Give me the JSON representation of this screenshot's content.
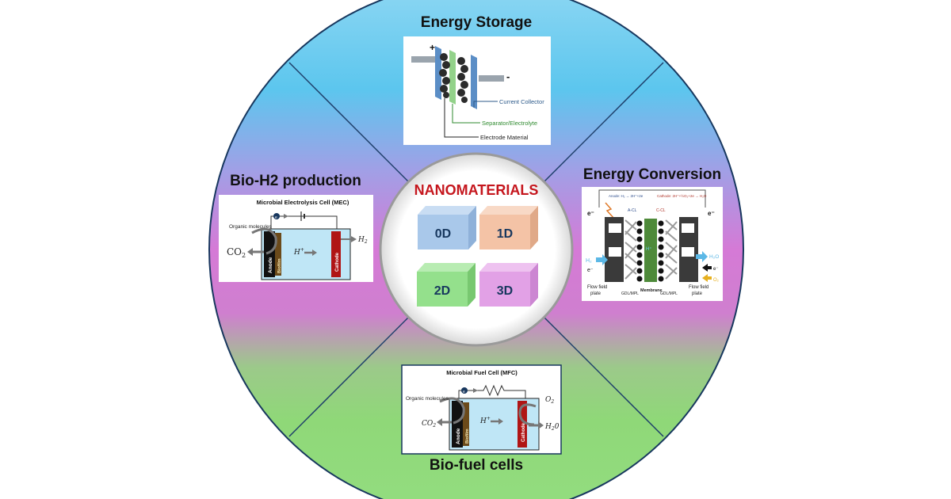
{
  "center": {
    "title": "NANOMATERIALS",
    "cubes": [
      {
        "label": "0D",
        "front": "#a9c8ea",
        "top": "#c9ddf3",
        "side": "#8fb1d9"
      },
      {
        "label": "1D",
        "front": "#f4c3a6",
        "top": "#f8d9c6",
        "side": "#e0a988"
      },
      {
        "label": "2D",
        "front": "#94e08c",
        "top": "#b8ecb2",
        "side": "#78c870"
      },
      {
        "label": "3D",
        "front": "#e2a1e6",
        "top": "#eec2f0",
        "side": "#cc86d2"
      }
    ]
  },
  "sections": {
    "top": "Energy Storage",
    "right": "Energy Conversion",
    "bottom": "Bio-fuel cells",
    "left": "Bio-H2 production"
  },
  "storage": {
    "plus": "+",
    "minus": "-",
    "labels": [
      "Current Collector",
      "Separator/Electrolyte",
      "Electrode Material"
    ]
  },
  "mec": {
    "title": "Microbial Electrolysis Cell (MEC)",
    "organic": "Organic molecules",
    "co2": "CO",
    "co2_sub": "2",
    "proton": "H",
    "proton_sup": "+",
    "h2": "H",
    "h2_sub": "2",
    "anode": "Anode",
    "biofilm": "Biofilm",
    "cathode": "Cathode",
    "electron": "e"
  },
  "mfc": {
    "title": "Microbial Fuel Cell (MFC)",
    "organic": "Organic molecules",
    "co2": "CO",
    "co2_sub": "2",
    "proton": "H",
    "proton_sup": "+",
    "o2": "O",
    "o2_sub": "2",
    "h2o": "H",
    "h2o_sub": "2",
    "h2o_end": "0",
    "anode": "Anode",
    "biofilm": "Biofilm",
    "cathode": "Cathode",
    "electron": "e"
  },
  "fuelcell": {
    "anode_eq": "Anode: H₂ → 2H⁺+2e",
    "cathode_eq": "Cathode: 2H⁺+½O₂+2e → H₂O",
    "acl": "A-CL",
    "ccl": "C-CL",
    "e_left": "e⁻",
    "e_right": "e⁻",
    "h2": "H₂",
    "h2o": "H₂O",
    "o2": "O₂",
    "hplus": "H⁺",
    "e_small_left": "e⁻",
    "e_small_right": "e⁻",
    "flow_left": [
      "Flow field",
      "plate"
    ],
    "gdl_left": "GDL/MPL",
    "membrane": "Membrane",
    "gdl_right": "GDL/MPL",
    "flow_right": [
      "Flow field",
      "plate"
    ]
  }
}
